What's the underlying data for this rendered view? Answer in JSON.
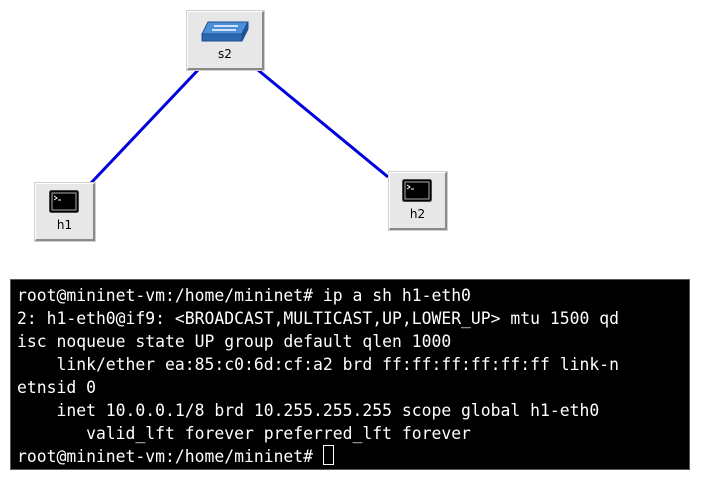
{
  "topology": {
    "link_color": "#0000dd",
    "nodes": [
      {
        "id": "s2",
        "label": "s2",
        "icon": "switch-icon"
      },
      {
        "id": "h1",
        "label": "h1",
        "icon": "host-terminal-icon"
      },
      {
        "id": "h2",
        "label": "h2",
        "icon": "host-terminal-icon"
      }
    ]
  },
  "terminal": {
    "lines": [
      "root@mininet-vm:/home/mininet# ip a sh h1-eth0",
      "2: h1-eth0@if9: <BROADCAST,MULTICAST,UP,LOWER_UP> mtu 1500 qd",
      "isc noqueue state UP group default qlen 1000",
      "    link/ether ea:85:c0:6d:cf:a2 brd ff:ff:ff:ff:ff:ff link-n",
      "etnsid 0",
      "    inet 10.0.0.1/8 brd 10.255.255.255 scope global h1-eth0",
      "       valid_lft forever preferred_lft forever"
    ],
    "prompt": "root@mininet-vm:/home/mininet#"
  }
}
